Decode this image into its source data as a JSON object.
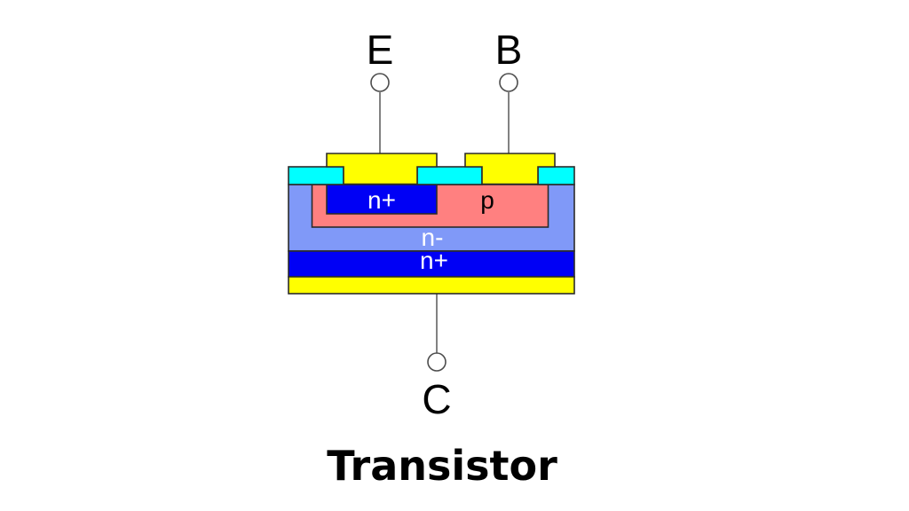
{
  "title": "Transistor",
  "terminals": {
    "emitter": {
      "label": "E"
    },
    "base": {
      "label": "B"
    },
    "collector": {
      "label": "C"
    }
  },
  "regions": {
    "emitter_well": {
      "label": "n+"
    },
    "base_well": {
      "label": "p"
    },
    "drift": {
      "label": "n-"
    },
    "substrate": {
      "label": "n+"
    }
  },
  "colors": {
    "metal": "#ffff00",
    "oxide": "#00ffff",
    "n_plus": "#0000f5",
    "p_type": "#ff8080",
    "n_minus": "#8099f8",
    "label_light": "#ffffff",
    "label_dark": "#000000",
    "text": "#000000"
  }
}
